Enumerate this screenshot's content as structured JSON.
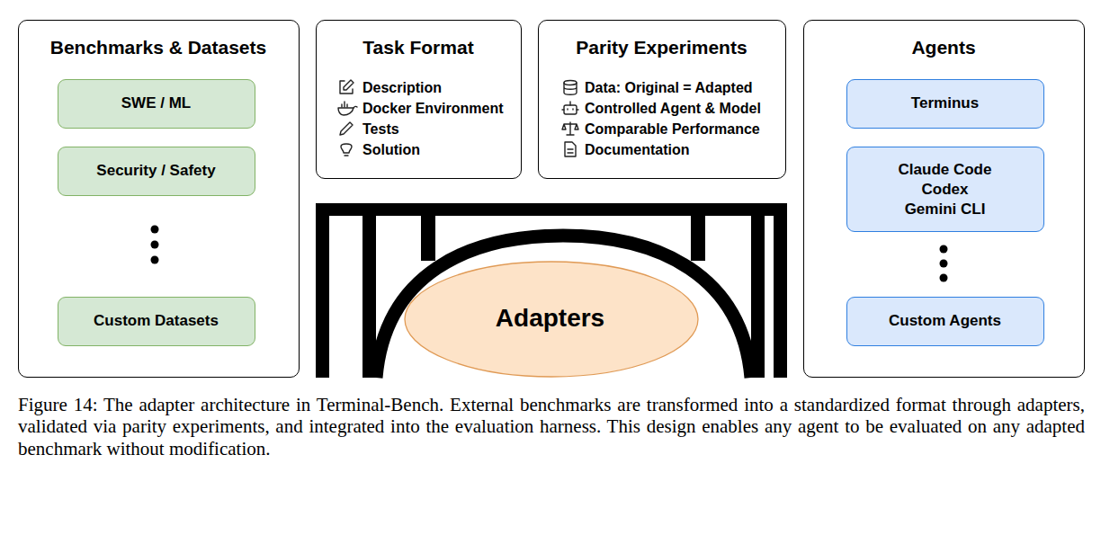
{
  "diagram": {
    "caption": "Figure 14: The adapter architecture in Terminal-Bench. External benchmarks are transformed into a standardized format through adapters, validated via parity experiments, and integrated into the evaluation harness. This design enables any agent to be evaluated on any adapted benchmark without modification.",
    "nodes": [
      {
        "text": [
          "Benchmarks & Datasets"
        ]
      },
      {
        "text": [
          "SWE / ML"
        ],
        "in": 0
      },
      {
        "text": [
          "Security / Safety"
        ],
        "in": 0
      },
      {
        "text": [
          "Custom Datasets"
        ],
        "in": 0
      },
      {
        "text": [
          "Task Format",
          "Description",
          "Docker Environment",
          "Tests",
          "Solution"
        ]
      },
      {
        "text": [
          "Parity Experiments",
          "Data: Original = Adapted",
          "Controlled Agent & Model",
          "Comparable Performance",
          "Documentation"
        ]
      },
      {
        "text": [
          "Adapters"
        ]
      },
      {
        "text": [
          "Agents"
        ]
      },
      {
        "text": [
          "Terminus"
        ],
        "in": 7
      },
      {
        "text": [
          "Claude Code",
          "Codex",
          "Gemini CLI"
        ],
        "in": 7
      },
      {
        "text": [
          "Custom Agents"
        ],
        "in": 7
      }
    ]
  }
}
